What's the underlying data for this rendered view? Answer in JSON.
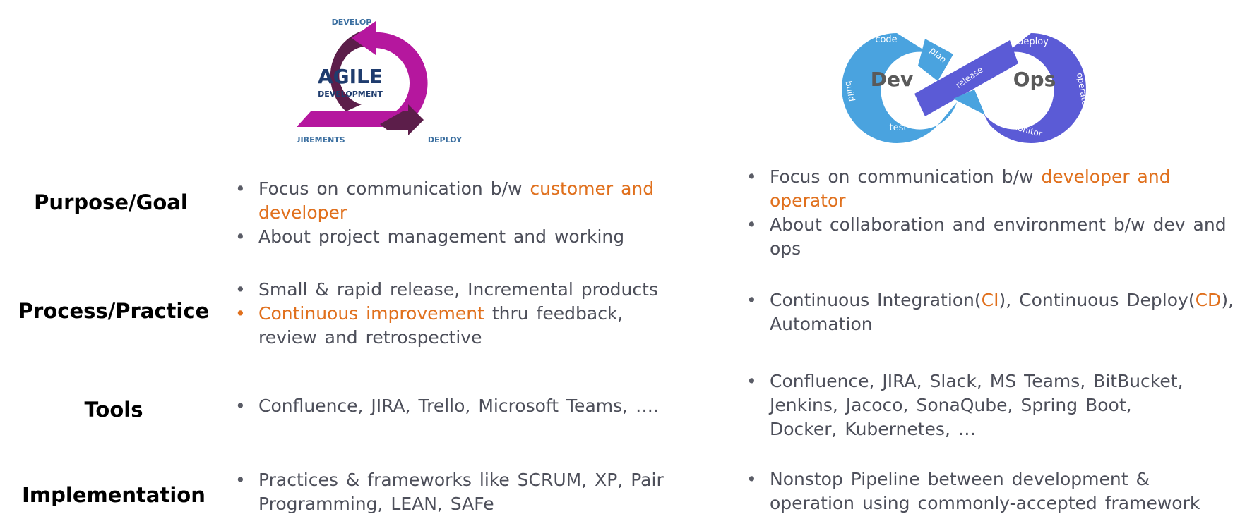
{
  "agile_logo": {
    "title": "AGILE",
    "subtitle": "DEVELOPMENT",
    "develop": "DEVELOP",
    "requirements": "REQUIREMENTS",
    "deploy": "DEPLOY",
    "colors": {
      "magenta": "#b5179e",
      "plum": "#5c1e4a",
      "navy": "#1f3c6e",
      "label": "#3b6fa0"
    }
  },
  "devops_logo": {
    "dev": "Dev",
    "ops": "Ops",
    "stages": {
      "code": "code",
      "plan": "plan",
      "build": "build",
      "test": "test",
      "release": "release",
      "deploy": "deploy",
      "operate": "operate",
      "monitor": "monitor"
    },
    "colors": {
      "blue": "#4aa3df",
      "purple": "#5b5bd6",
      "text": "#5a5a5a"
    }
  },
  "rows": {
    "purpose": {
      "label": "Purpose/Goal",
      "agile": {
        "b1_pre": "Focus on communication b/w ",
        "b1_hl": "customer and developer",
        "b2": "About project management and working"
      },
      "devops": {
        "b1_pre": "Focus on communication b/w ",
        "b1_hl": "developer and operator",
        "b2": "About collaboration and environment b/w dev and ops"
      }
    },
    "process": {
      "label": "Process/Practice",
      "agile": {
        "b1": "Small & rapid release, Incremental products",
        "b2_hl": "Continuous improvement",
        "b2_post": " thru feedback, review and retrospective"
      },
      "devops": {
        "p1": "Continuous Integration(",
        "h1": "CI",
        "p2": "), Continuous Deploy(",
        "h2": "CD",
        "p3": "), Automation"
      }
    },
    "tools": {
      "label": "Tools",
      "agile": {
        "b1": "Confluence, JIRA, Trello, Microsoft Teams, …."
      },
      "devops": {
        "b1": "Confluence, JIRA, Slack, MS Teams, BitBucket, Jenkins, Jacoco, SonaQube, Spring Boot, Docker, Kubernetes, …"
      }
    },
    "implementation": {
      "label": "Implementation",
      "agile": {
        "b1": "Practices & frameworks like SCRUM, XP, Pair Programming, LEAN, SAFe"
      },
      "devops": {
        "b1": "Nonstop Pipeline between development & operation using commonly-accepted framework"
      }
    }
  }
}
